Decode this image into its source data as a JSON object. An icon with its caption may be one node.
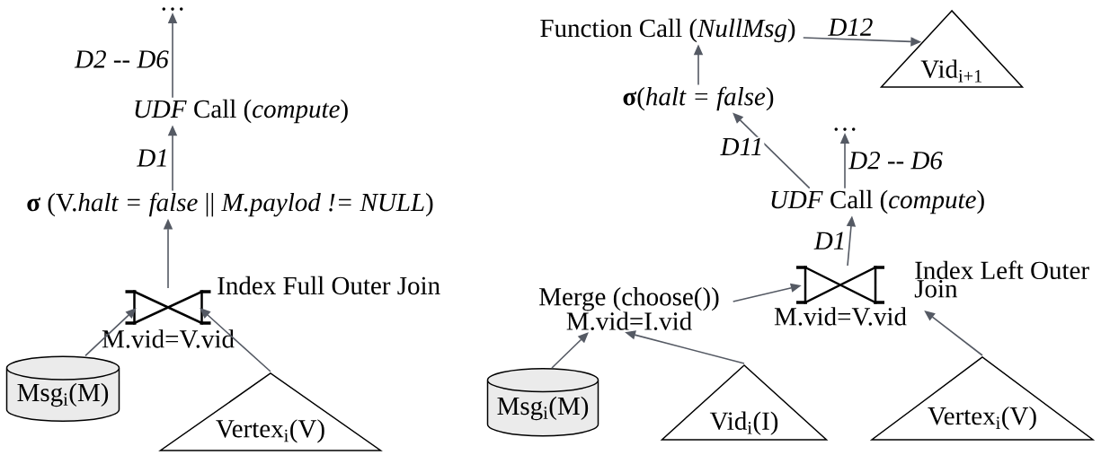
{
  "diagram": {
    "nodes": [
      {
        "text": [
          "…"
        ]
      },
      {
        "text": [
          "*UDF* Call (*compute*)"
        ]
      },
      {
        "text": [
          "**σ** (V.*halt = false* || *M.paylod != NULL*)"
        ]
      },
      {
        "text": [
          "M.vid=V.vid"
        ],
        "beside": [
          "Index Full Outer Join"
        ]
      },
      {
        "text": [
          "Msg$_{i}$(M)"
        ]
      },
      {
        "text": [
          "Vertex$_{i}$(V)"
        ]
      },
      {
        "text": [
          "Function Call (*NullMsg*)"
        ]
      },
      {
        "text": [
          "Vid$_{i+1}$"
        ]
      },
      {
        "text": [
          "**σ**(*halt = false*)"
        ]
      },
      {
        "text": [
          "…"
        ]
      },
      {
        "text": [
          "*UDF* Call (*compute*)"
        ]
      },
      {
        "text": [
          "Merge (choose()) M.vid=I.vid"
        ]
      },
      {
        "text": [
          "M.vid=V.vid"
        ],
        "beside": [
          "Index Left Outer Join"
        ]
      },
      {
        "text": [
          "Msg$_{i}$(M)"
        ]
      },
      {
        "text": [
          "Vid$_{i}$(I)"
        ]
      },
      {
        "text": [
          "Vertex$_{i}$(V)"
        ]
      }
    ],
    "edges": [
      {
        "from": 4,
        "to": 3,
        "arrow": "to"
      },
      {
        "from": 5,
        "to": 3,
        "arrow": "to"
      },
      {
        "from": 3,
        "to": 2,
        "arrow": "to"
      },
      {
        "from": 2,
        "to": 1,
        "label": "D1",
        "arrow": "to"
      },
      {
        "from": 1,
        "to": 0,
        "label": "D2 -- D6",
        "arrow": "to"
      },
      {
        "from": 13,
        "to": 11,
        "arrow": "to"
      },
      {
        "from": 14,
        "to": 11,
        "arrow": "to"
      },
      {
        "from": 11,
        "to": 12,
        "arrow": "to"
      },
      {
        "from": 15,
        "to": 12,
        "arrow": "to"
      },
      {
        "from": 12,
        "to": 10,
        "label": "D1",
        "arrow": "to"
      },
      {
        "from": 10,
        "to": 9,
        "label": "D2 -- D6",
        "arrow": "to"
      },
      {
        "from": 10,
        "to": 8,
        "label": "D11",
        "arrow": "to"
      },
      {
        "from": 8,
        "to": 6,
        "arrow": "to"
      },
      {
        "from": 6,
        "to": 7,
        "label": "D12",
        "arrow": "to"
      }
    ]
  }
}
